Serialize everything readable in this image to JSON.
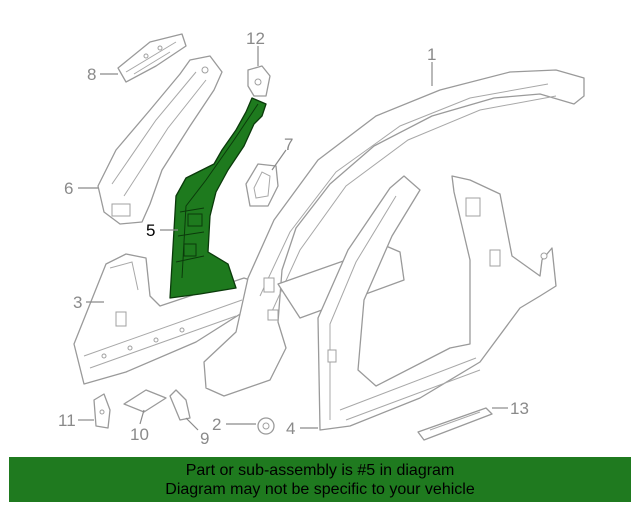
{
  "diagram": {
    "callouts": {
      "c1": "1",
      "c2": "2",
      "c3": "3",
      "c4": "4",
      "c5": "5",
      "c6": "6",
      "c7": "7",
      "c8": "8",
      "c9": "9",
      "c10": "10",
      "c11": "11",
      "c12": "12",
      "c13": "13"
    },
    "highlighted_part": "5",
    "highlight_color": "#1f7a1f"
  },
  "banner": {
    "line1": "Part or sub-assembly is #5 in diagram",
    "line2": "Diagram may not be specific to your vehicle"
  }
}
